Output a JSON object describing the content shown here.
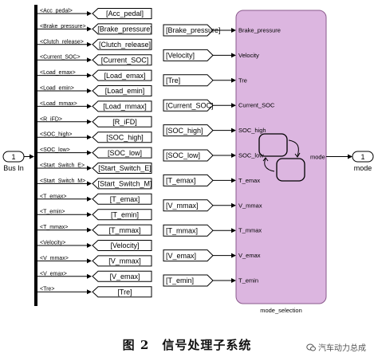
{
  "bus_in": {
    "port_number": "1",
    "label": "Bus In"
  },
  "bus_signals": [
    "<Acc_pedal>",
    "<Brake_pressure>",
    "<Clutch_release>",
    "<Current_SOC>",
    "<Load_emax>",
    "<Load_emin>",
    "<Load_mmax>",
    "<R_iFD>",
    "<SOC_high>",
    "<SOC_low>",
    "<Start_Switch_E>",
    "<Start_Switch_M>",
    "<T_emax>",
    "<T_emin>",
    "<T_mmax>",
    "<Velocity>",
    "<V_mmax>",
    "<V_emax>",
    "<Tre>"
  ],
  "goto_tags": [
    "[Acc_pedal]",
    "[Brake_pressure]",
    "[Clutch_release]",
    "[Current_SOC]",
    "[Load_emax]",
    "[Load_emin]",
    "[Load_mmax]",
    "[R_iFD]",
    "[SOC_high]",
    "[SOC_low]",
    "[Start_Switch_E]",
    "[Start_Switch_M]",
    "[T_emax]",
    "[T_emin]",
    "[T_mmax]",
    "[Velocity]",
    "[V_mmax]",
    "[V_emax]",
    "[Tre]"
  ],
  "from_tags": [
    "[Brake_pressure]",
    "[Velocity]",
    "[Tre]",
    "[Current_SOC]",
    "[SOC_high]",
    "[SOC_low]",
    "[T_emax]",
    "[V_mmax]",
    "[T_mmax]",
    "[V_emax]",
    "[T_emin]"
  ],
  "chart_block": {
    "name": "mode_selection",
    "input_ports": [
      "Brake_pressure",
      "Velocity",
      "Tre",
      "Current_SOC",
      "SOC_high",
      "SOC_low",
      "T_emax",
      "V_mmax",
      "T_mmax",
      "V_emax",
      "T_emin"
    ],
    "output_port": "mode",
    "fill_color": "#dcb6e0",
    "border_color": "#8a5a8c"
  },
  "mode_out": {
    "port_number": "1",
    "label": "mode"
  },
  "caption": "图 2　信号处理子系统",
  "watermark": "汽车动力总成"
}
